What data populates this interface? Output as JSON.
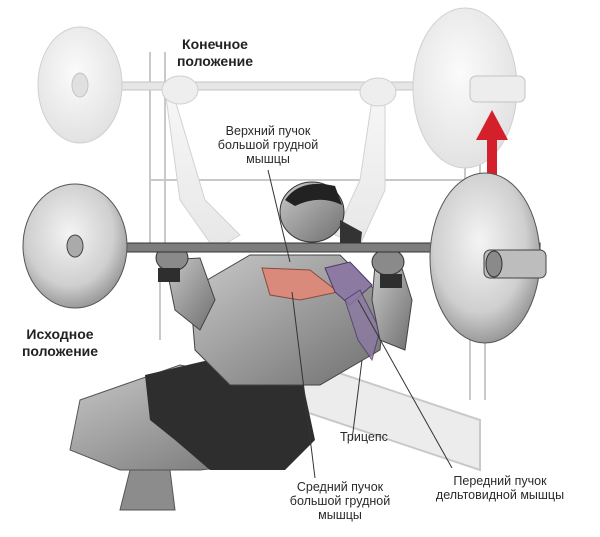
{
  "labels": {
    "end_position": "Конечное\nположение",
    "start_position": "Исходное\nположение",
    "upper_pectoral": "Верхний пучок\nбольшой грудной\nмышцы",
    "triceps": "Трицепс",
    "middle_pectoral": "Средний пучок\nбольшой грудной\nмышцы",
    "front_deltoid": "Передний пучок\nдельтовидной мышцы"
  },
  "colors": {
    "arrow": "#d4202a",
    "chest_muscle": "#d98a7a",
    "deltoid_muscle": "#8c7aa3",
    "plate": "#d8d8d8",
    "plate_faded": "#f2f2f2",
    "shorts": "#2e2e2e",
    "skin": "#9a9a9a"
  }
}
